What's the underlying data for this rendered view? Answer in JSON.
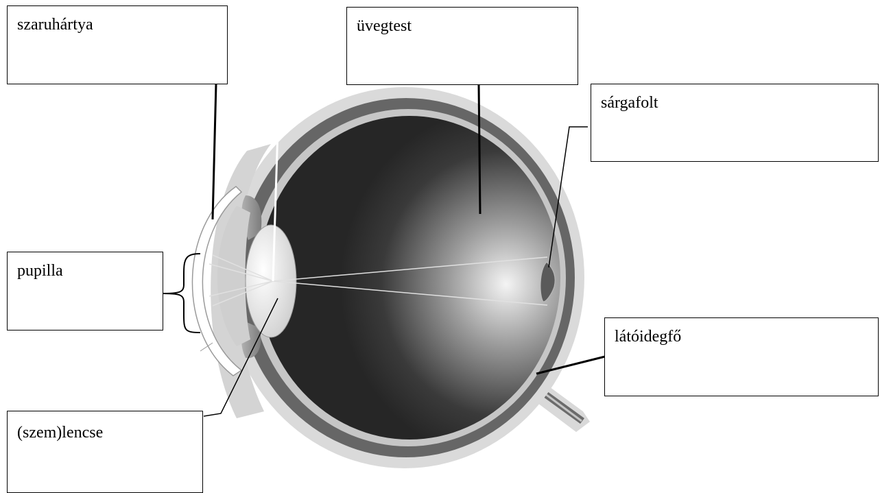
{
  "labels": {
    "cornea": "szaruhártya",
    "vitreous": "üvegtest",
    "macula": "sárgafolt",
    "pupil": "pupilla",
    "optic_disc": "látóidegfő",
    "lens": "(szem)lencse"
  },
  "colors": {
    "sclera": "#d9d9d9",
    "choroid": "#6b6b6b",
    "retina": "#c4c4c4",
    "vitreous_dark": "#2b2b2b",
    "vitreous_light": "#f2f2f2",
    "leader_line": "#000000"
  }
}
